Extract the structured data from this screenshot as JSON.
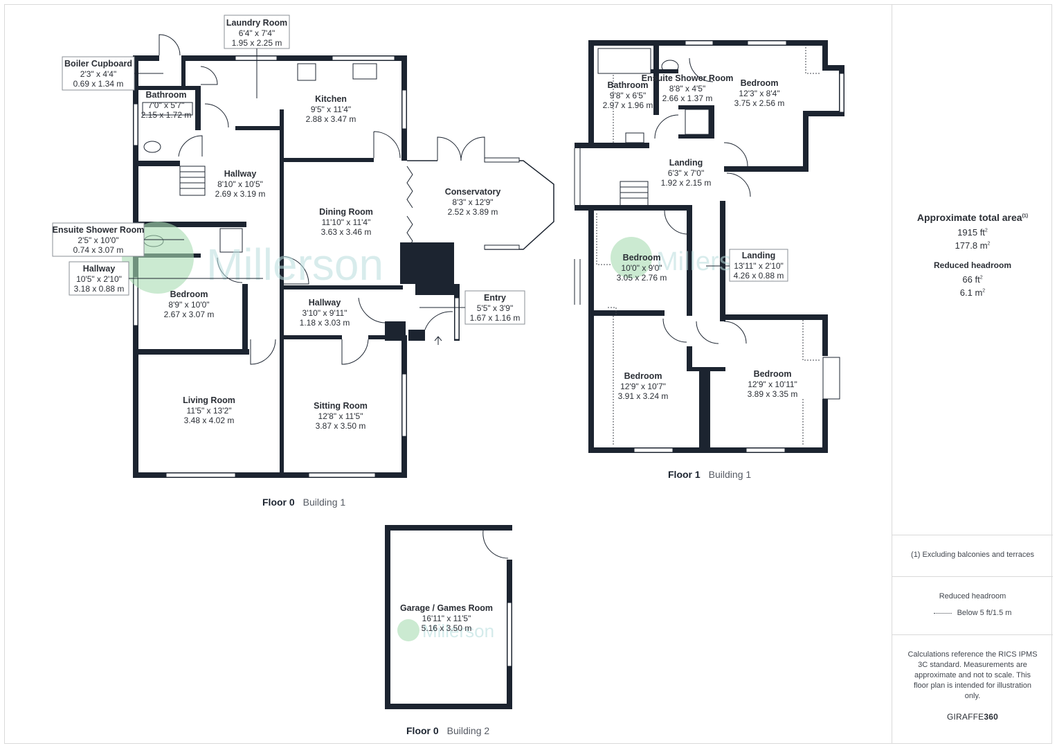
{
  "colors": {
    "wall": "#1c2430",
    "watermark_text": "#b9dede",
    "watermark_logo": "#a9dcb3"
  },
  "watermark": {
    "text": "Millerson",
    "logo_icon": "millerson-m-logo-icon"
  },
  "floors": [
    {
      "floor": "Floor 0",
      "building": "Building 1"
    },
    {
      "floor": "Floor 1",
      "building": "Building 1"
    },
    {
      "floor": "Floor 0",
      "building": "Building 2"
    }
  ],
  "rooms": {
    "laundry": {
      "name": "Laundry Room",
      "imperial": "6'4\" x 7'4\"",
      "metric": "1.95 x 2.25 m"
    },
    "boiler": {
      "name": "Boiler Cupboard",
      "imperial": "2'3\" x 4'4\"",
      "metric": "0.69 x 1.34 m"
    },
    "bathroom0": {
      "name": "Bathroom",
      "imperial": "7'0\" x 5'7\"",
      "metric": "2.15 x 1.72 m"
    },
    "kitchen": {
      "name": "Kitchen",
      "imperial": "9'5\" x 11'4\"",
      "metric": "2.88 x 3.47 m"
    },
    "hallway_a": {
      "name": "Hallway",
      "imperial": "8'10\" x 10'5\"",
      "metric": "2.69 x 3.19 m"
    },
    "dining": {
      "name": "Dining Room",
      "imperial": "11'10\" x 11'4\"",
      "metric": "3.63 x 3.46 m"
    },
    "conservatory": {
      "name": "Conservatory",
      "imperial": "8'3\" x 12'9\"",
      "metric": "2.52 x 3.89 m"
    },
    "ensuite0": {
      "name": "Ensuite Shower Room",
      "imperial": "2'5\" x 10'0\"",
      "metric": "0.74 x 3.07 m"
    },
    "hallway_b": {
      "name": "Hallway",
      "imperial": "10'5\" x 2'10\"",
      "metric": "3.18 x 0.88 m"
    },
    "bedroom0": {
      "name": "Bedroom",
      "imperial": "8'9\" x 10'0\"",
      "metric": "2.67 x 3.07 m"
    },
    "hallway_c": {
      "name": "Hallway",
      "imperial": "3'10\" x 9'11\"",
      "metric": "1.18 x 3.03 m"
    },
    "entry": {
      "name": "Entry",
      "imperial": "5'5\" x 3'9\"",
      "metric": "1.67 x 1.16 m"
    },
    "living": {
      "name": "Living Room",
      "imperial": "11'5\" x 13'2\"",
      "metric": "3.48 x 4.02 m"
    },
    "sitting": {
      "name": "Sitting Room",
      "imperial": "12'8\" x 11'5\"",
      "metric": "3.87 x 3.50 m"
    },
    "bathroom1": {
      "name": "Bathroom",
      "imperial": "9'8\" x 6'5\"",
      "metric": "2.97 x 1.96 m"
    },
    "ensuite1": {
      "name": "Ensuite Shower Room",
      "imperial": "8'8\" x 4'5\"",
      "metric": "2.66 x 1.37 m"
    },
    "bedroom1a": {
      "name": "Bedroom",
      "imperial": "12'3\" x 8'4\"",
      "metric": "3.75 x 2.56 m"
    },
    "landing_a": {
      "name": "Landing",
      "imperial": "6'3\" x 7'0\"",
      "metric": "1.92 x 2.15 m"
    },
    "bedroom1b": {
      "name": "Bedroom",
      "imperial": "10'0\" x 9'0\"",
      "metric": "3.05 x 2.76 m"
    },
    "landing_b": {
      "name": "Landing",
      "imperial": "13'11\" x 2'10\"",
      "metric": "4.26 x 0.88 m"
    },
    "bedroom1c": {
      "name": "Bedroom",
      "imperial": "12'9\" x 10'7\"",
      "metric": "3.91 x 3.24 m"
    },
    "bedroom1d": {
      "name": "Bedroom",
      "imperial": "12'9\" x 10'11\"",
      "metric": "3.89 x 3.35 m"
    },
    "garage": {
      "name": "Garage / Games Room",
      "imperial": "16'11\" x 11'5\"",
      "metric": "5.16 x 3.50 m"
    }
  },
  "panel": {
    "total_title": "Approximate total area",
    "total_note_mark": "(1)",
    "total_imperial": "1915 ft",
    "total_metric": "177.8 m",
    "reduced_title": "Reduced headroom",
    "reduced_imperial": "66 ft",
    "reduced_metric": "6.1 m",
    "sup_two": "2",
    "footnote": "(1) Excluding balconies and terraces",
    "legend_title": "Reduced headroom",
    "legend_item": "Below 5 ft/1.5 m",
    "disclaimer": "Calculations reference the RICS IPMS 3C standard. Measurements are approximate and not to scale. This floor plan is intended for illustration only.",
    "brand_light": "GIRAFFE",
    "brand_bold": "360"
  }
}
